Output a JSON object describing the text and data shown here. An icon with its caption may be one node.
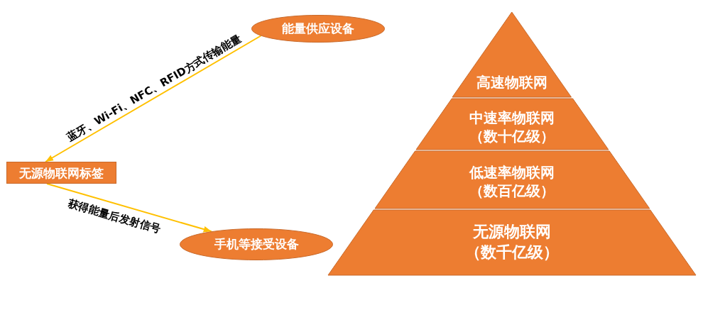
{
  "diagram": {
    "nodes": [
      {
        "text": [
          "能量供应设备"
        ]
      },
      {
        "text": [
          "无源物联网标签"
        ]
      },
      {
        "text": [
          "手机等接受设备"
        ]
      },
      {
        "text": [
          "高速物联网"
        ]
      },
      {
        "text": [
          "中速率物联网",
          "（数十亿级）"
        ]
      },
      {
        "text": [
          "低速率物联网",
          "（数百亿级）"
        ]
      },
      {
        "text": [
          "无源物联网",
          "（数千亿级）"
        ]
      }
    ],
    "edges": [
      {
        "from": 0,
        "to": 1,
        "arrow": "to",
        "label": "蓝牙、Wi-Fi、NFC、RFID方式传输能量"
      },
      {
        "from": 1,
        "to": 2,
        "arrow": "to",
        "label": "获得能量后发射信号"
      }
    ]
  }
}
